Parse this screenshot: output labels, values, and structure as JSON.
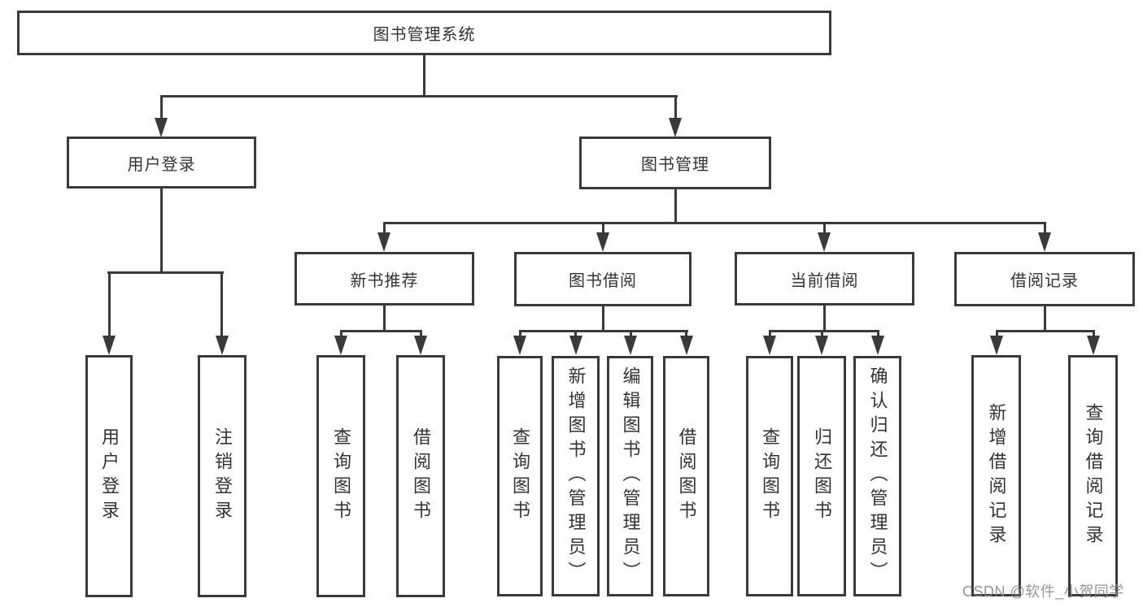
{
  "colors": {
    "line": "#3a3a3a",
    "text": "#333333",
    "box_background": "#ffffff",
    "watermark": "#868686"
  },
  "watermark": "CSDN @软件_小贺同学",
  "tree": {
    "root": "图书管理系统",
    "branches": [
      {
        "label": "用户登录",
        "children": [
          "用户登录",
          "注销登录"
        ]
      },
      {
        "label": "图书管理",
        "sections": [
          {
            "label": "新书推荐",
            "children": [
              "查询图书",
              "借阅图书"
            ]
          },
          {
            "label": "图书借阅",
            "children": [
              "查询图书",
              "新增图书（管理员）",
              "编辑图书（管理员）",
              "借阅图书"
            ]
          },
          {
            "label": "当前借阅",
            "children": [
              "查询图书",
              "归还图书",
              "确认归还（管理员）"
            ]
          },
          {
            "label": "借阅记录",
            "children": [
              "新增借阅记录",
              "查询借阅记录"
            ]
          }
        ]
      }
    ]
  }
}
